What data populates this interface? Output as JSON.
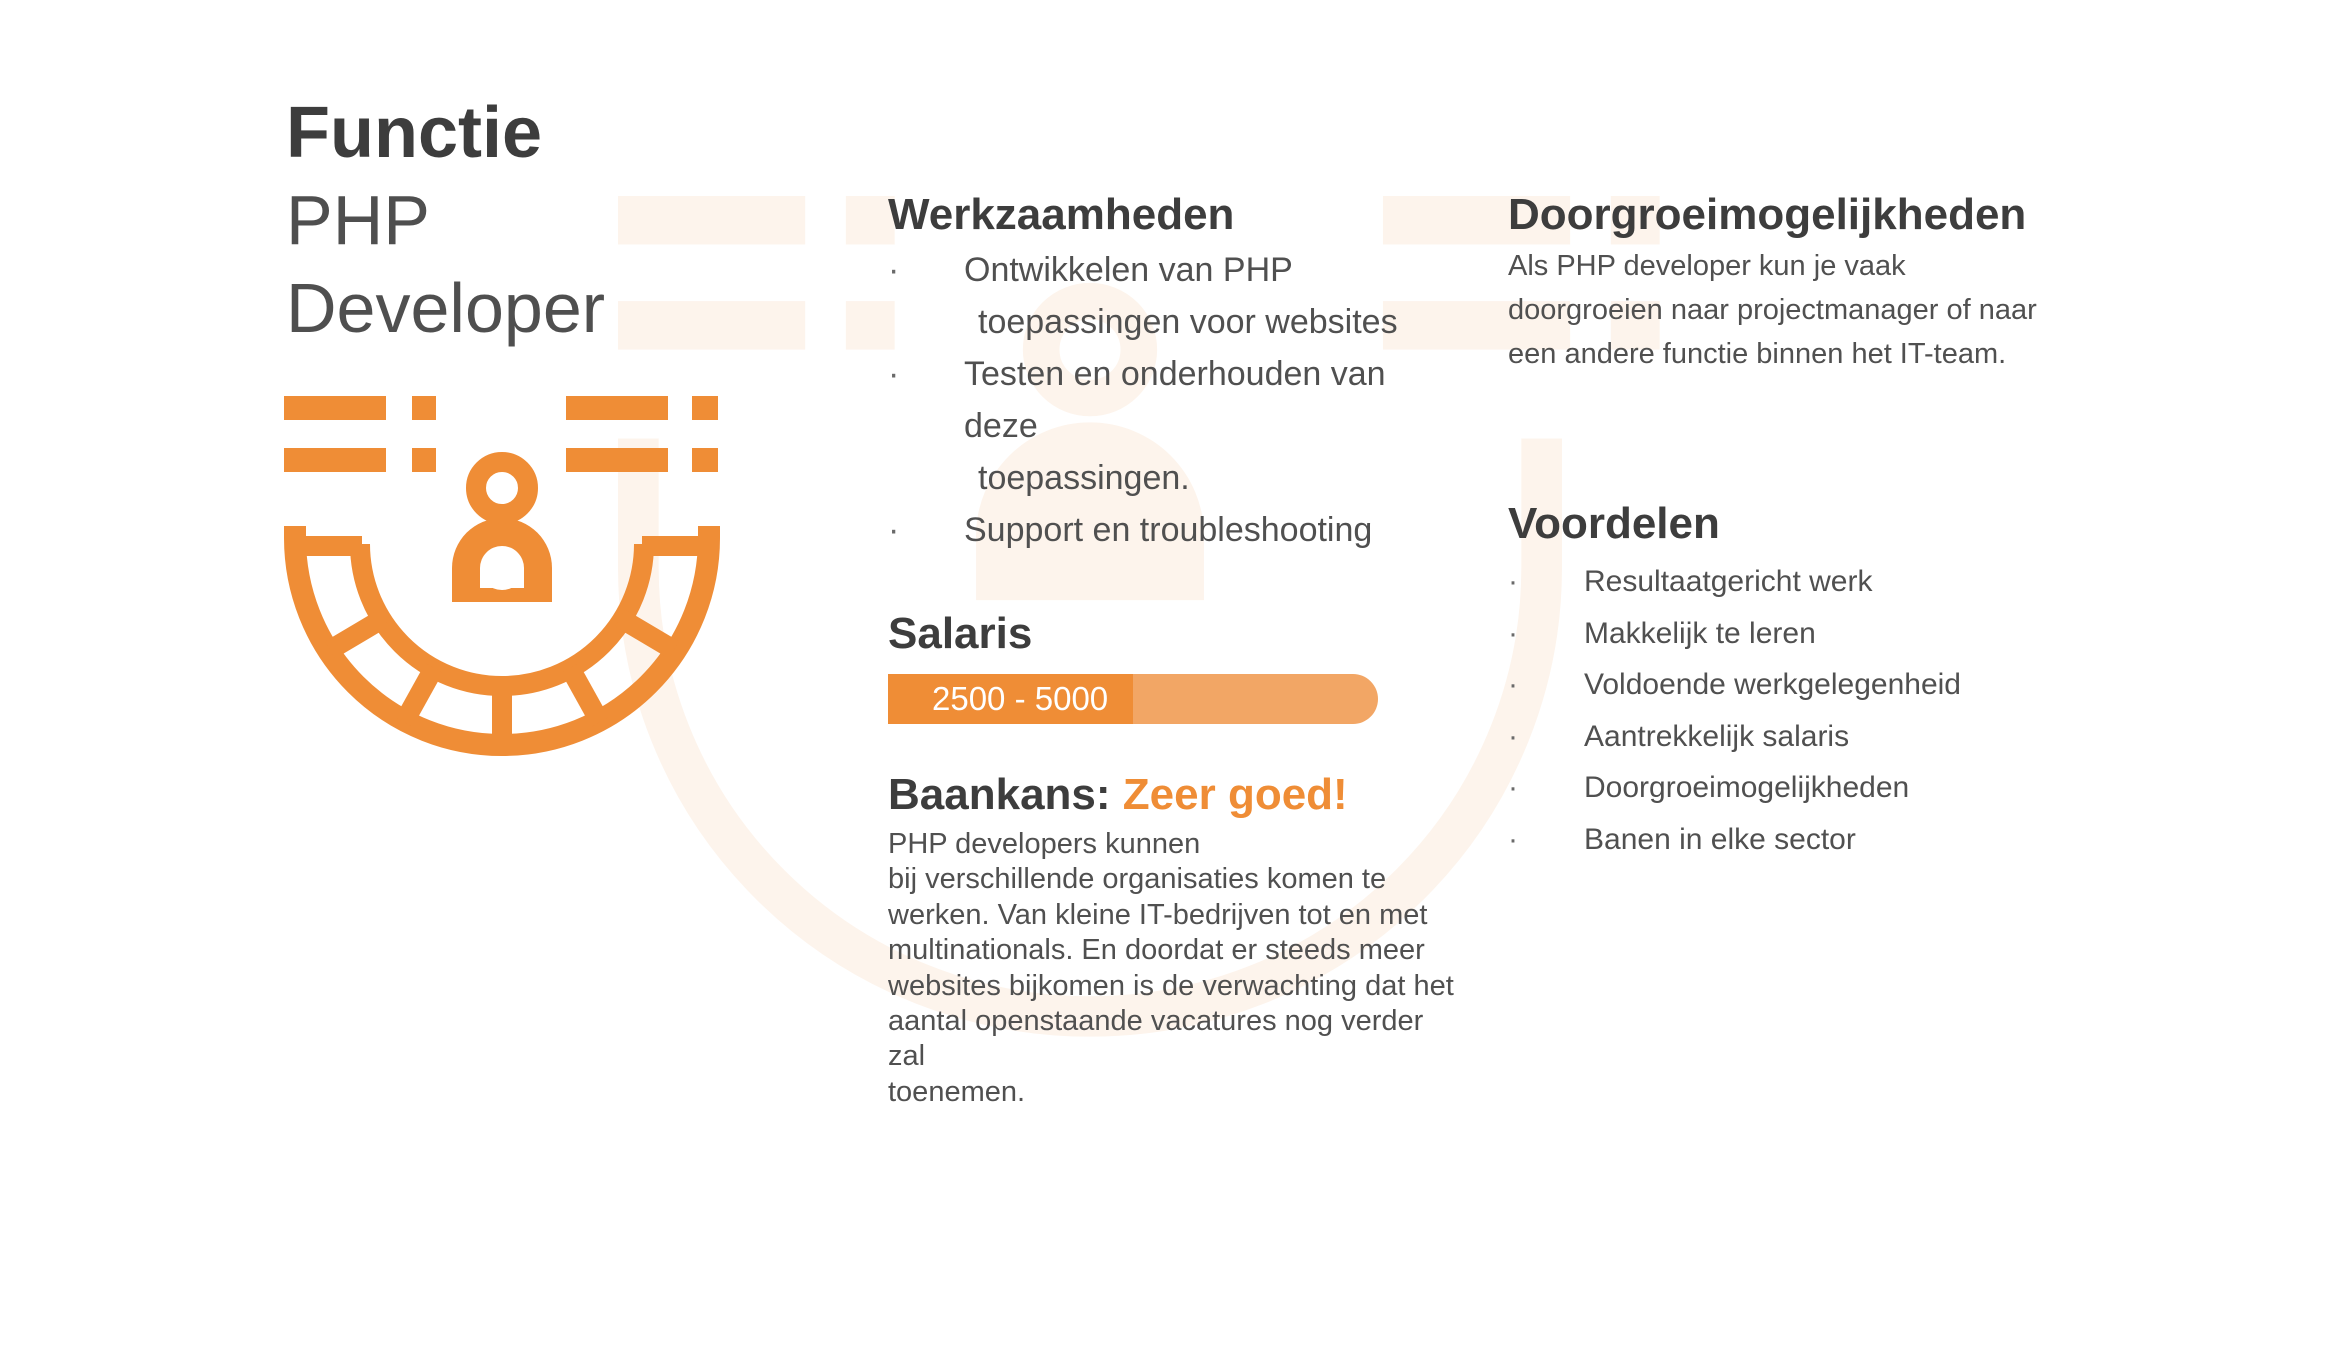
{
  "title": {
    "bold": "Functie",
    "light": "PHP Developer"
  },
  "sections": {
    "werkzaamheden": {
      "heading": "Werkzaamheden",
      "bullet": "·",
      "items": [
        {
          "line1": "Ontwikkelen van PHP",
          "line2": "toepassingen voor websites"
        },
        {
          "line1": "Testen en onderhouden van deze",
          "line2": "toepassingen."
        },
        {
          "line1": "Support en troubleshooting",
          "line2": ""
        }
      ]
    },
    "doorgroei": {
      "heading": "Doorgroeimogelijkheden",
      "text": "Als PHP  developer kun je vaak doorgroeien naar projectmanager of naar een andere functie binnen het IT-team."
    },
    "salaris": {
      "heading": "Salaris",
      "range_label": "2500 - 5000",
      "fill_fraction": 0.5
    },
    "baankans": {
      "heading": "Baankans:",
      "rating": "Zeer goed!",
      "lines": [
        "PHP developers kunnen",
        "bij verschillende organisaties komen te",
        "werken. Van kleine IT-bedrijven tot en met",
        "multinationals. En doordat er steeds meer",
        "websites bijkomen is de verwachting dat het",
        "aantal openstaande vacatures nog verder zal",
        "toenemen."
      ]
    },
    "voordelen": {
      "heading": "Voordelen",
      "bullet": "·",
      "items": [
        "Resultaatgericht werk",
        "Makkelijk te leren",
        "Voldoende werkgelegenheid",
        "Aantrekkelijk salaris",
        "Doorgroeimogelijkheden",
        "Banen in elke sector"
      ]
    }
  },
  "icon": {
    "name": "developer-wheel-icon",
    "color": "#ef8d36",
    "watermark_color": "#fdf4ec"
  },
  "colors": {
    "accent": "#ef8d36",
    "accent_light": "#f2a665",
    "heading": "#3d3d3d",
    "body": "#505050"
  }
}
